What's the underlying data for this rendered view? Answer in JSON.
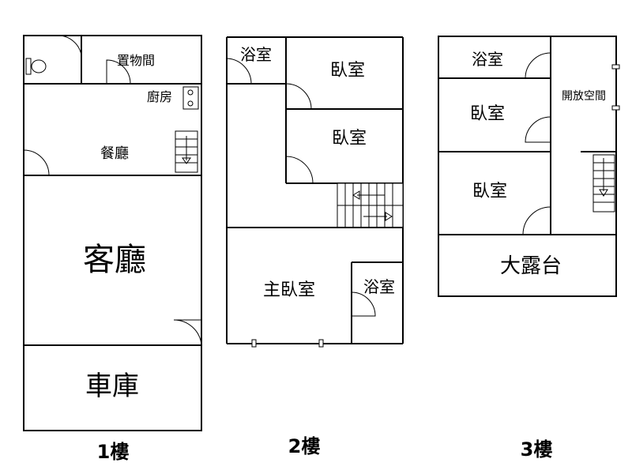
{
  "floor1": {
    "title": "1樓",
    "storage": "置物間",
    "kitchen": "廚房",
    "dining": "餐廳",
    "living": "客廳",
    "garage": "車庫"
  },
  "floor2": {
    "title": "2樓",
    "bath_top": "浴室",
    "bedroom_top": "臥室",
    "bedroom_mid": "臥室",
    "master": "主臥室",
    "bath_bottom": "浴室"
  },
  "floor3": {
    "title": "3樓",
    "bath": "浴室",
    "open_space": "開放空間",
    "bedroom_top": "臥室",
    "bedroom_bottom": "臥室",
    "terrace": "大露台"
  }
}
